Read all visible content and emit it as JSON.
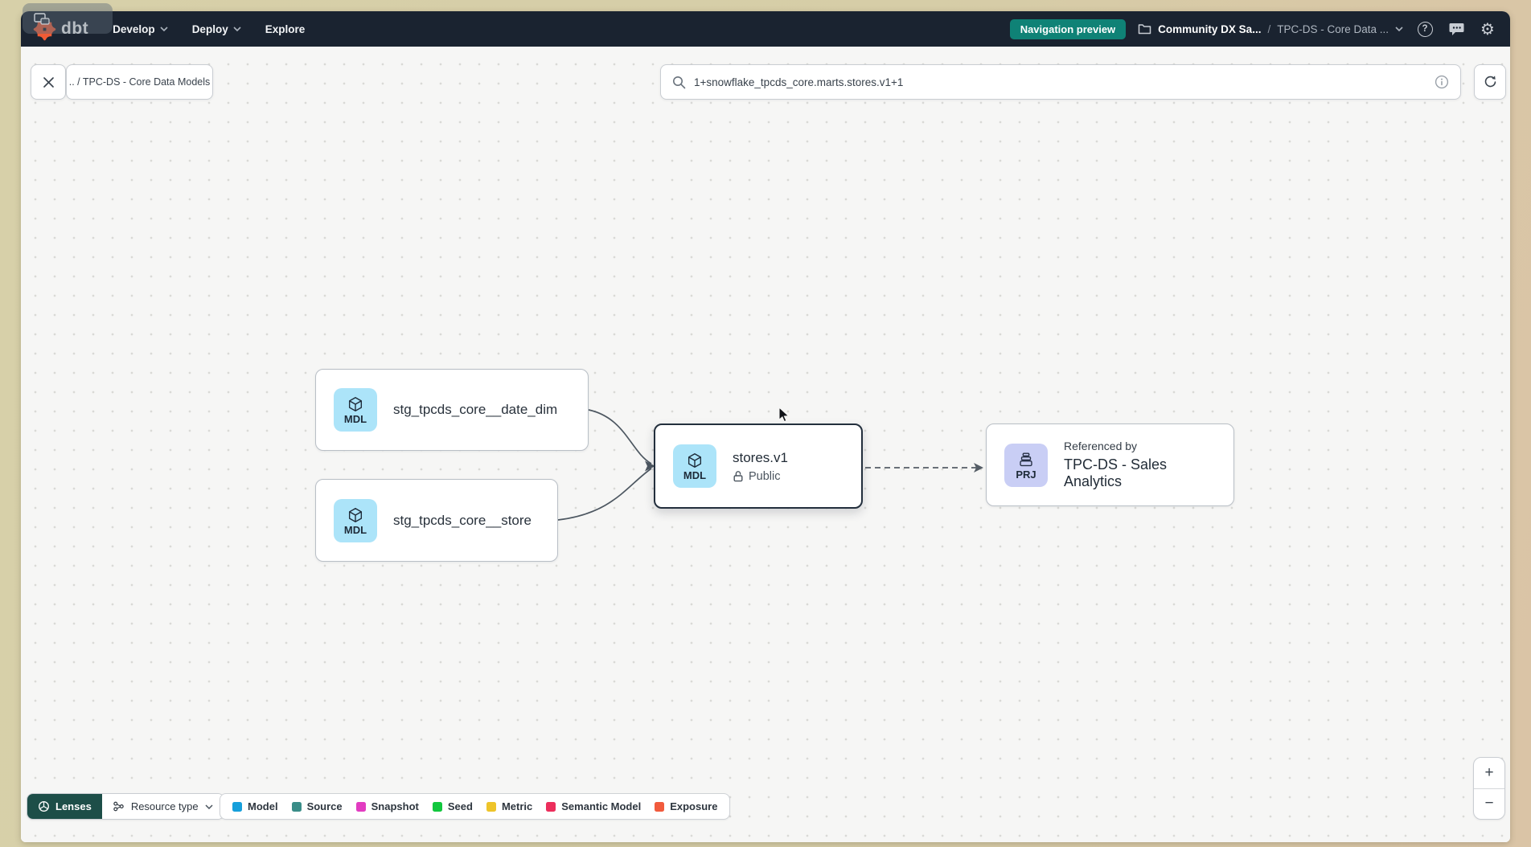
{
  "topbar": {
    "logo": "dbt",
    "menu": [
      {
        "label": "Develop"
      },
      {
        "label": "Deploy"
      },
      {
        "label": "Explore"
      }
    ],
    "preview_badge": "Navigation preview",
    "project_crumb": "Community DX Sa...",
    "crumb_separator": "/",
    "section_crumb": "TPC-DS - Core Data ...",
    "help_glyph": "?",
    "gear_glyph": "⚙"
  },
  "toolbar": {
    "breadcrumb": ".. / TPC-DS - Core Data Models",
    "search_value": "1+snowflake_tpcds_core.marts.stores.v1+1"
  },
  "graph": {
    "nodes": {
      "date_dim": {
        "badge": "MDL",
        "label": "stg_tpcds_core__date_dim"
      },
      "store": {
        "badge": "MDL",
        "label": "stg_tpcds_core__store"
      },
      "stores_v1": {
        "badge": "MDL",
        "label": "stores.v1",
        "access": "Public"
      },
      "sales_analytics": {
        "badge": "PRJ",
        "overline": "Referenced by",
        "label": "TPC-DS - Sales Analytics"
      }
    }
  },
  "footer": {
    "lenses": "Lenses",
    "resource_type": "Resource type",
    "legend": [
      {
        "label": "Model",
        "color": "#169fdb"
      },
      {
        "label": "Source",
        "color": "#3a8d88"
      },
      {
        "label": "Snapshot",
        "color": "#e23cc1"
      },
      {
        "label": "Seed",
        "color": "#12c73e"
      },
      {
        "label": "Metric",
        "color": "#eec42a"
      },
      {
        "label": "Semantic Model",
        "color": "#ec2e5c"
      },
      {
        "label": "Exposure",
        "color": "#f15b3d"
      }
    ]
  },
  "zoom_controls": {
    "zoom_in": "+",
    "zoom_out": "−"
  },
  "colors": {
    "navbar_bg": "#1a2330",
    "accent_teal": "#0f8276",
    "dbt_orange": "#f15b35"
  }
}
